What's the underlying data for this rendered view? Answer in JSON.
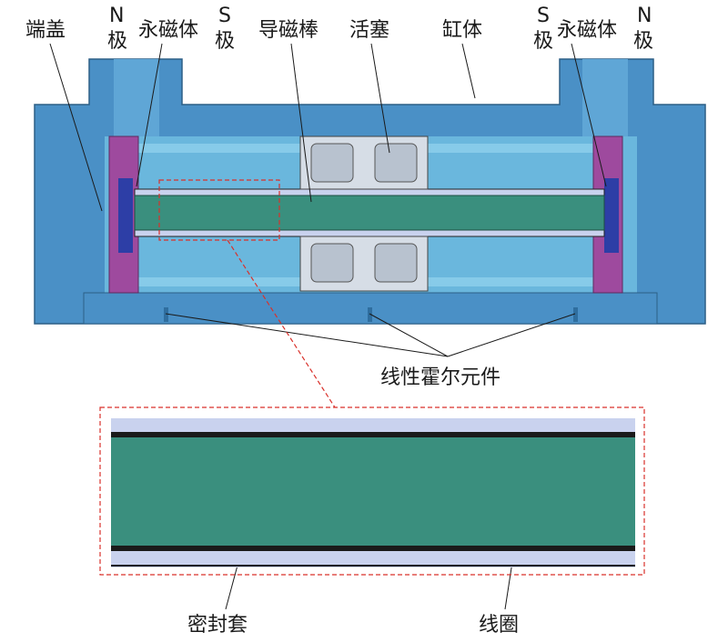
{
  "labels": {
    "end_cap": "端盖",
    "n_pole_left_letter": "N",
    "n_pole_left_char": "极",
    "permanent_magnet_left": "永磁体",
    "s_pole_left_letter": "S",
    "s_pole_left_char": "极",
    "magnetic_rod": "导磁棒",
    "piston": "活塞",
    "cylinder_body": "缸体",
    "s_pole_right_letter": "S",
    "s_pole_right_char": "极",
    "permanent_magnet_right": "永磁体",
    "n_pole_right_letter": "N",
    "n_pole_right_char": "极",
    "hall_sensor": "线性霍尔元件",
    "seal_sleeve": "密封套",
    "coil": "线圈"
  },
  "colors": {
    "cylinder": "#4a90c6",
    "cylinder_dark": "#2f6e9f",
    "bore": "#6ab7dd",
    "magnet": "#9e4a9e",
    "magnet_blue": "#2d3ea6",
    "rod": "#3a8f7e",
    "sleeve": "#c9d2ee",
    "piston": "#d6dde6",
    "dashed_red": "#d9312b"
  }
}
